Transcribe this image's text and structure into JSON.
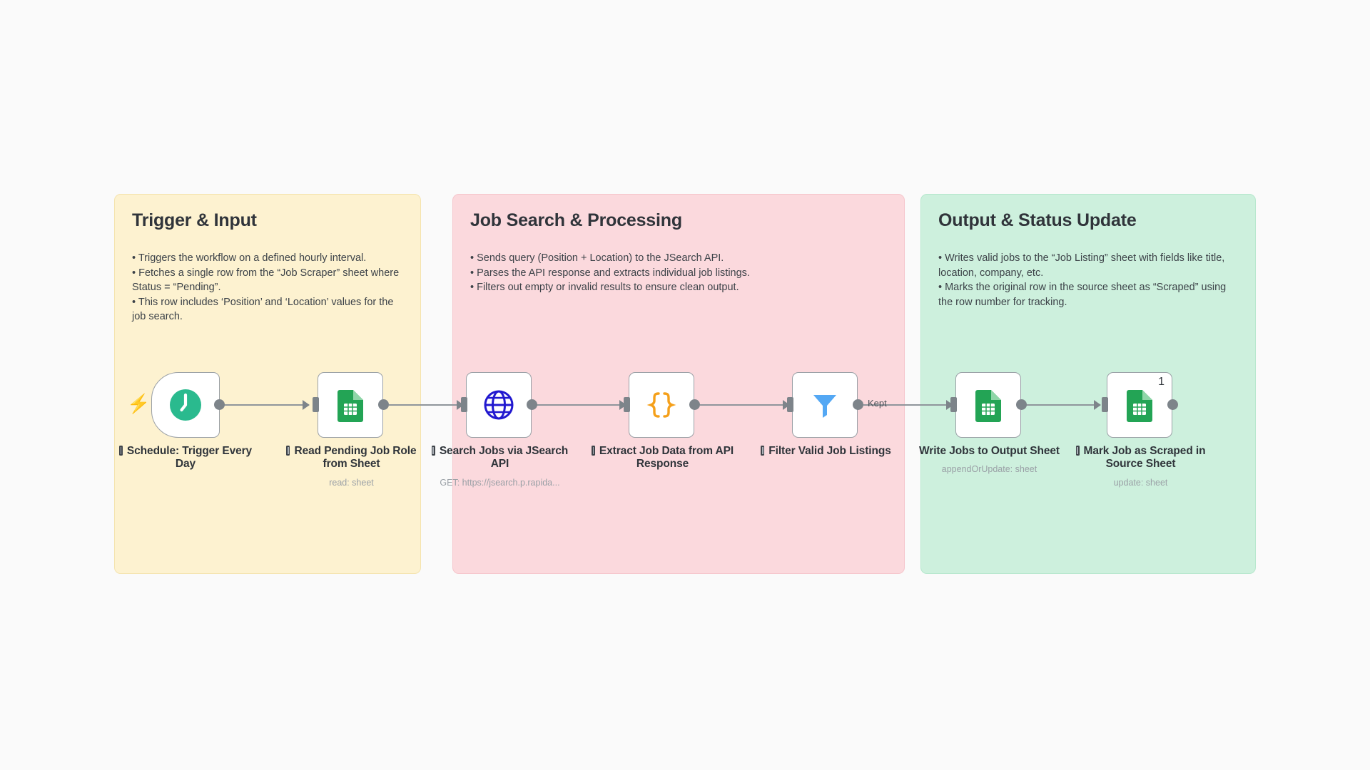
{
  "canvas": {
    "background": "#fafafa"
  },
  "panels": [
    {
      "id": "trigger-input",
      "title": "Trigger & Input",
      "color": "#fdf2d0",
      "lines": [
        "• Triggers the workflow on a defined hourly interval.",
        "• Fetches a single row from the “Job Scraper” sheet where Status = “Pending”.",
        "• This row includes ‘Position’ and ‘Location’ values for the job search."
      ]
    },
    {
      "id": "job-search-processing",
      "title": "Job Search & Processing",
      "color": "#fbd9dd",
      "lines": [
        "• Sends query (Position + Location) to the JSearch API.",
        "• Parses the API response and extracts individual job listings.",
        "• Filters out empty or invalid results to ensure clean output."
      ]
    },
    {
      "id": "output-status-update",
      "title": "Output & Status Update",
      "color": "#cdf0dd",
      "lines": [
        "• Writes valid jobs to the “Job Listing” sheet with fields like title, location, company, etc.",
        "• Marks the original row in the source sheet as “Scraped” using the row number for tracking."
      ]
    }
  ],
  "nodes": [
    {
      "id": "schedule-trigger",
      "title": "Schedule: Trigger Every Day",
      "subtitle": "",
      "icon": "clock-icon",
      "icon_color": "#2aba8e",
      "has_pin": true,
      "badge": ""
    },
    {
      "id": "read-pending-job-role",
      "title": "Read Pending Job Role from Sheet",
      "subtitle": "read: sheet",
      "icon": "google-sheets-icon",
      "icon_color": "#23a455",
      "has_pin": true,
      "badge": ""
    },
    {
      "id": "search-jobs-jsearch",
      "title": "Search Jobs via JSearch API",
      "subtitle": "GET: https://jsearch.p.rapida...",
      "icon": "globe-icon",
      "icon_color": "#2118cf",
      "has_pin": true,
      "badge": ""
    },
    {
      "id": "extract-job-data",
      "title": "Extract Job Data from API Response",
      "subtitle": "",
      "icon": "code-braces-icon",
      "icon_color": "#f5a01a",
      "has_pin": true,
      "badge": ""
    },
    {
      "id": "filter-valid-job-listings",
      "title": "Filter Valid Job Listings",
      "subtitle": "",
      "icon": "funnel-filter-icon",
      "icon_color": "#54a8f4",
      "has_pin": true,
      "badge": ""
    },
    {
      "id": "write-jobs-output-sheet",
      "title": "Write Jobs to Output Sheet",
      "subtitle": "appendOrUpdate: sheet",
      "icon": "google-sheets-icon",
      "icon_color": "#23a455",
      "has_pin": false,
      "badge": ""
    },
    {
      "id": "mark-job-as-scraped",
      "title": "Mark Job as Scraped in Source Sheet",
      "subtitle": "update: sheet",
      "icon": "google-sheets-icon",
      "icon_color": "#23a455",
      "has_pin": true,
      "badge": "1"
    }
  ],
  "edges": [
    {
      "id": "e1",
      "label": ""
    },
    {
      "id": "e2",
      "label": ""
    },
    {
      "id": "e3",
      "label": ""
    },
    {
      "id": "e4",
      "label": ""
    },
    {
      "id": "e5",
      "label": "Kept"
    },
    {
      "id": "e6",
      "label": ""
    }
  ],
  "trigger_indicator": {
    "icon": "lightning-bolt-icon",
    "color": "#ff6d5a"
  }
}
